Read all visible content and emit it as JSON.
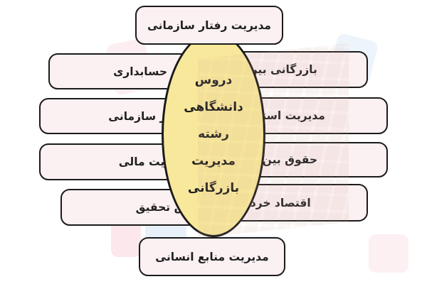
{
  "diagram": {
    "center": {
      "lines": [
        "دروس",
        "دانشگاهی",
        "رشته",
        "مدیریت",
        "بازرگانی"
      ]
    },
    "top_node": {
      "label": "مدیریت رفتار سازمانی"
    },
    "bottom_node": {
      "label": "مدیریت منابع انسانی"
    },
    "left_nodes": [
      {
        "label": "اصول حسابداری"
      },
      {
        "label": "ساختار سازمانی"
      },
      {
        "label": "مدیریت مالی"
      },
      {
        "label": "روش تحقیق"
      }
    ],
    "right_nodes": [
      {
        "label": "بازرگانی بین المللی"
      },
      {
        "label": "مدیریت استراتژیک"
      },
      {
        "label": "حقوق بین‌الملل"
      },
      {
        "label": "اقتصاد خرد و کلان"
      }
    ],
    "colors": {
      "node_fill": "#FBF0F2",
      "node_border": "#1B1B1B",
      "center_fill": "#F8E89B",
      "center_border": "#1B1B1B",
      "text": "#1F1F1F"
    }
  }
}
